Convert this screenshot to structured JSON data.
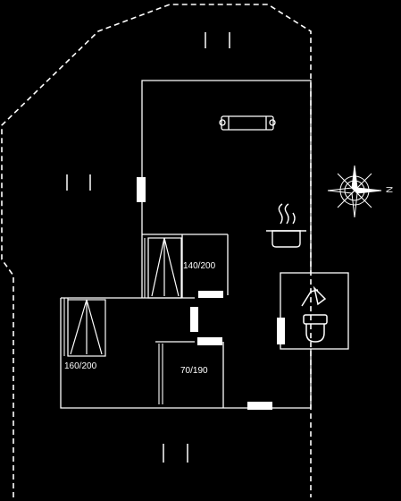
{
  "floorplan": {
    "bed_sizes": [
      "140/200",
      "160/200",
      "70/190"
    ],
    "compass_direction": "N",
    "icons": [
      "sofa-icon",
      "cooking-pot-icon",
      "shower-icon",
      "toilet-icon",
      "compass-rose-icon",
      "bed-icon"
    ],
    "colors": {
      "background": "#000000",
      "lines": "#ffffff"
    }
  }
}
